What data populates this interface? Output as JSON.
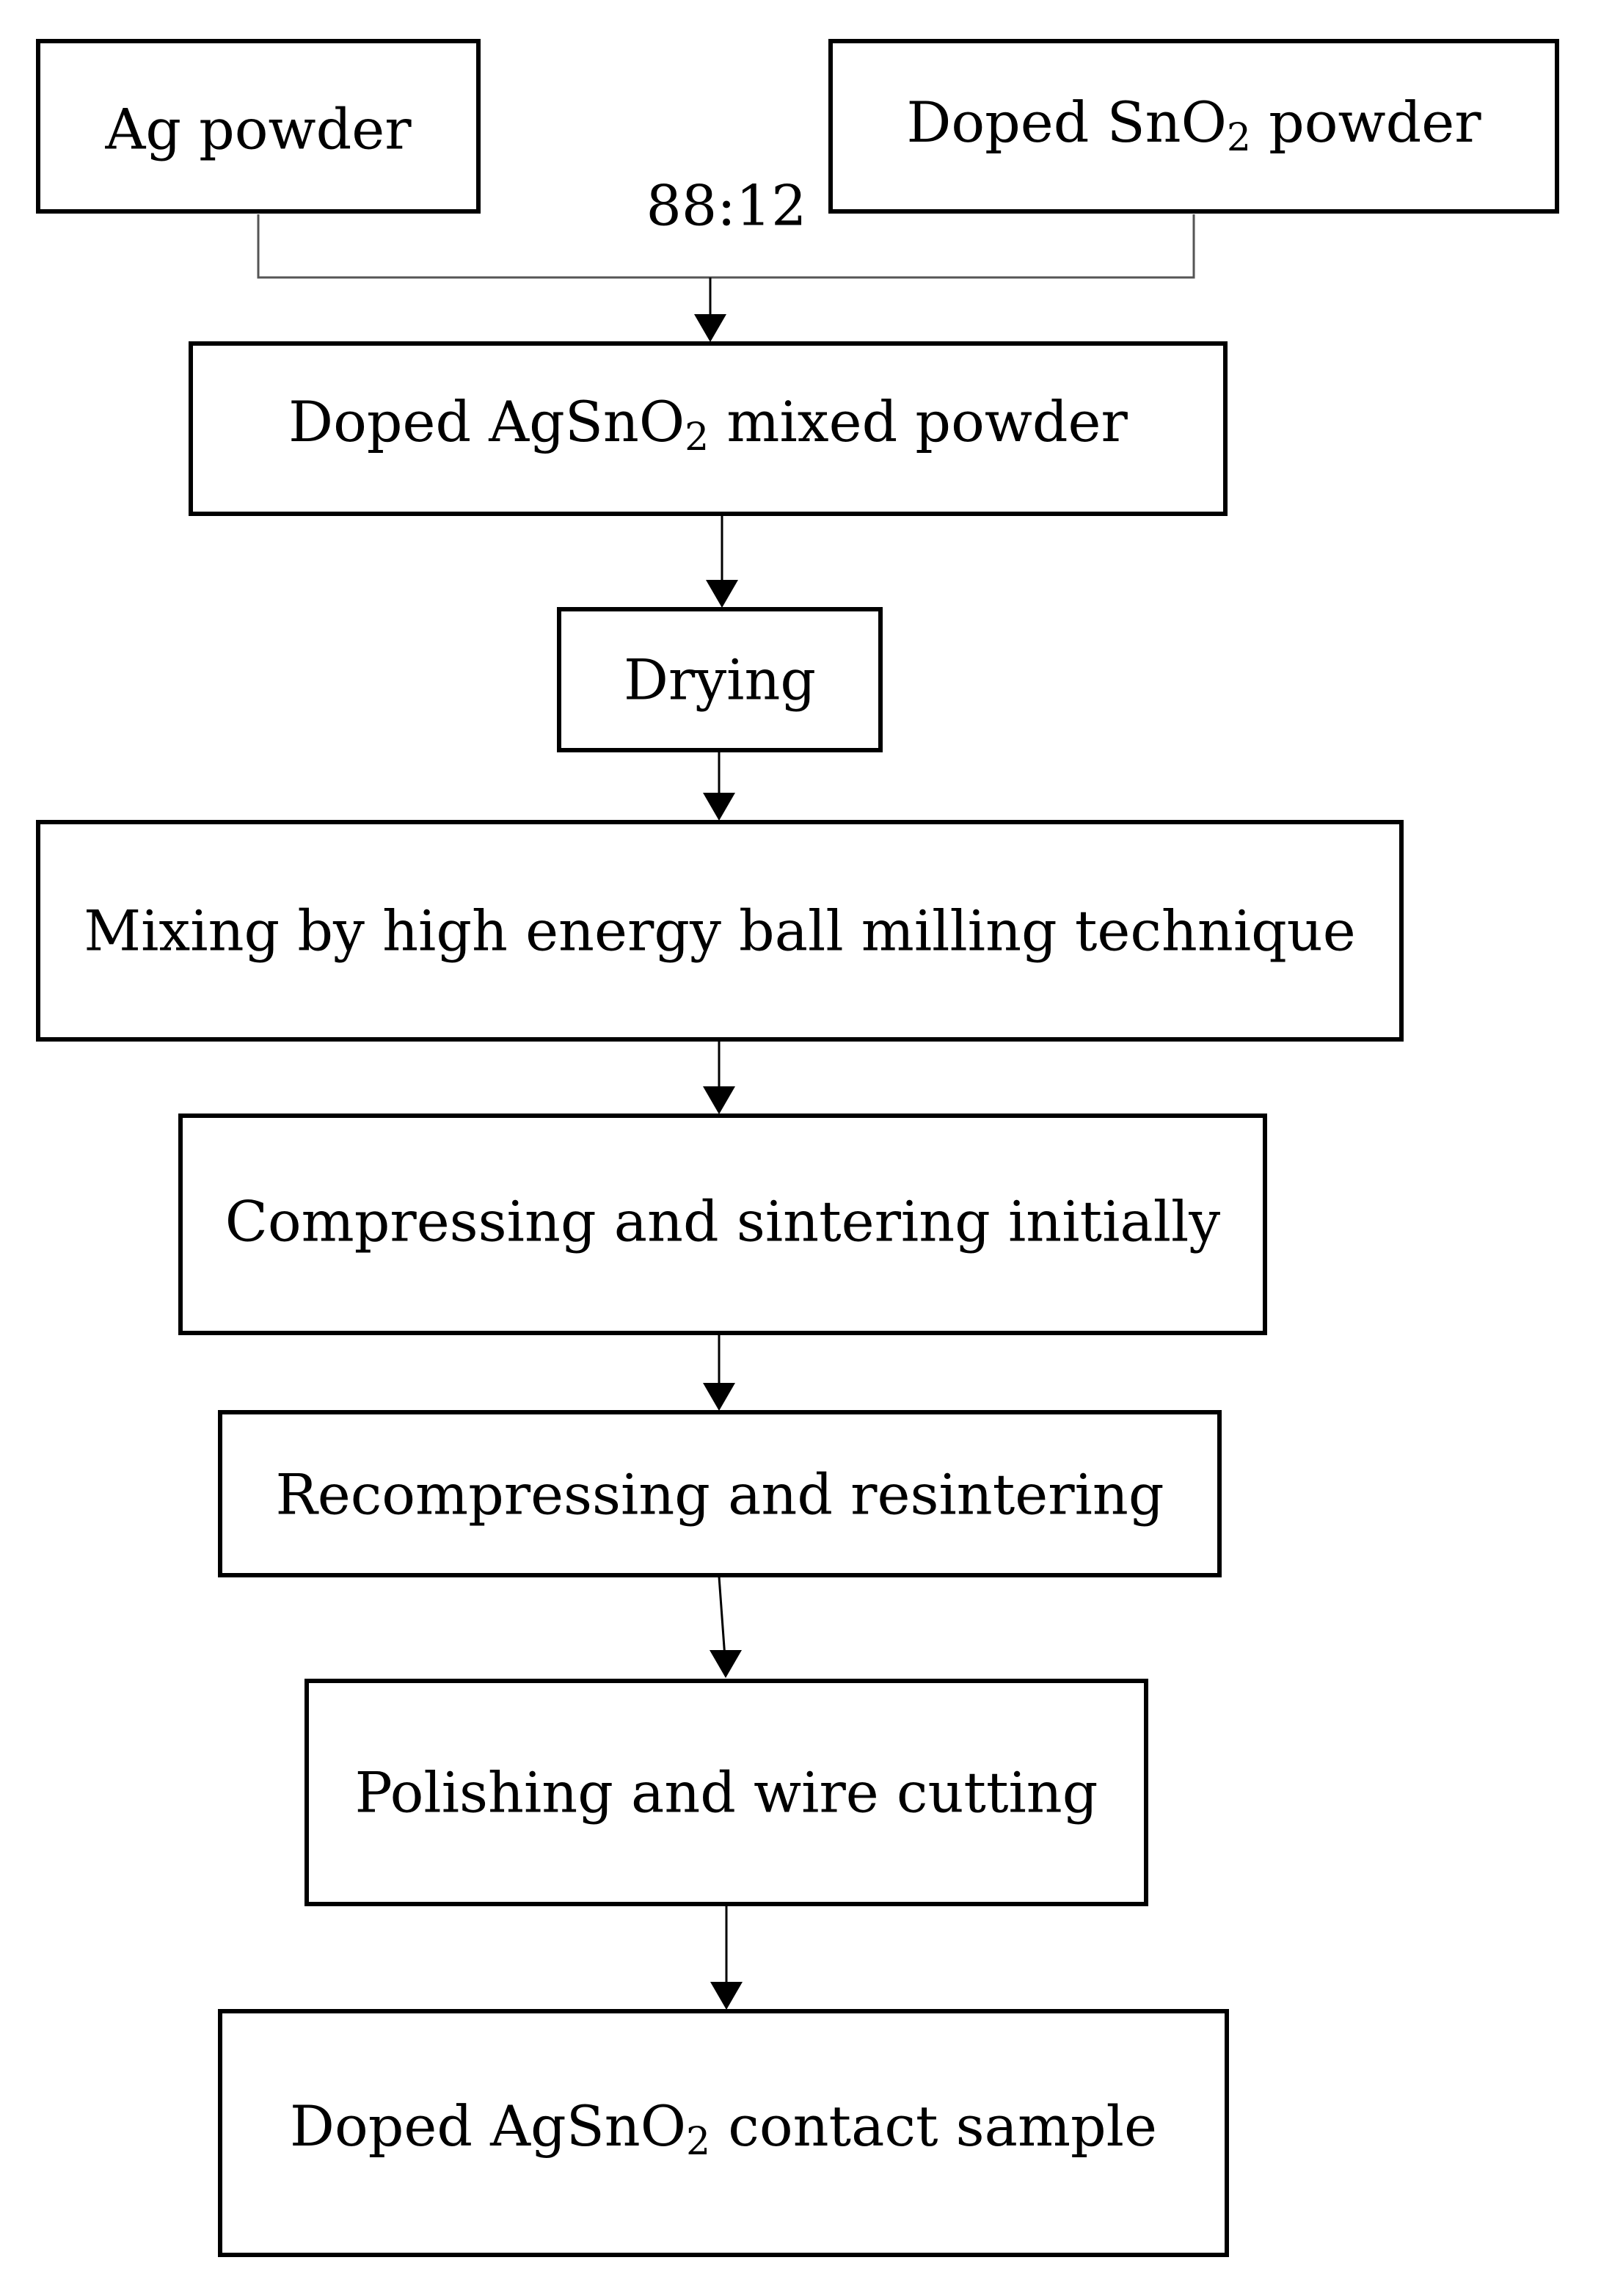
{
  "nodes": {
    "ag_powder": {
      "text": "Ag powder"
    },
    "doped_sno2_powder": {
      "pre": "Doped SnO",
      "sub": "2",
      "post": " powder"
    },
    "mixed_powder": {
      "pre": "Doped AgSnO",
      "sub": "2",
      "post": " mixed powder"
    },
    "drying": {
      "text": "Drying"
    },
    "ball_milling": {
      "text": "Mixing by high energy ball milling technique"
    },
    "compress_sinter": {
      "text": "Compressing and sintering initially"
    },
    "recompress_resinter": {
      "text": "Recompressing and resintering"
    },
    "polish_cut": {
      "text": "Polishing and wire cutting"
    },
    "contact_sample": {
      "pre": "Doped AgSnO",
      "sub": "2",
      "post": " contact sample"
    }
  },
  "ratio_label": "88:12"
}
